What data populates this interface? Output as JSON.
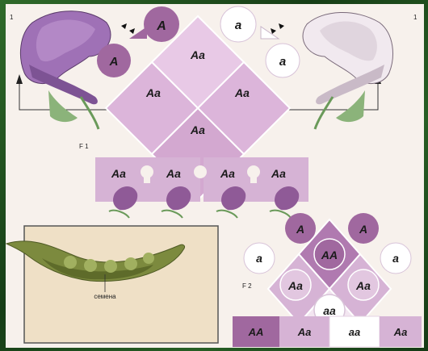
{
  "figure_number_left": "1",
  "figure_number_right": "1",
  "parents": {
    "dominant_circle": "A",
    "dominant_gamete": "A",
    "recessive_circle": "a",
    "recessive_gamete": "a"
  },
  "f1": {
    "label": "F 1",
    "square_cells": [
      "Aa",
      "Aa",
      "Aa",
      "Aa"
    ],
    "offspring": [
      "Aa",
      "Aa",
      "Aa",
      "Aa"
    ]
  },
  "seed_label": "семена",
  "f2": {
    "label": "F 2",
    "gametes": [
      "A",
      "A",
      "a",
      "a"
    ],
    "square_cells": [
      "AA",
      "Aa",
      "Aa",
      "aa"
    ],
    "bottom_row": [
      "AA",
      "Aa",
      "aa",
      "Aa"
    ]
  },
  "colors": {
    "purple_dark": "#a0689f",
    "purple_mid": "#d4a9d2",
    "purple_light": "#eed8ec",
    "white": "#ffffff",
    "green_background": "#245a22"
  }
}
